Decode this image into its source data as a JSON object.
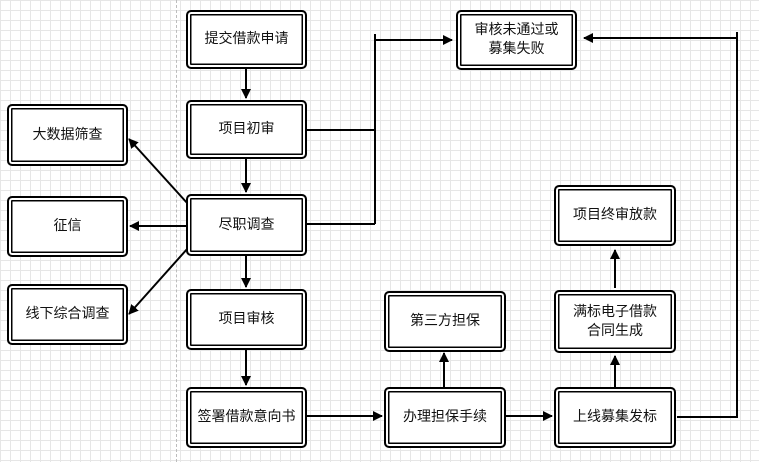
{
  "nodes": {
    "submit": "提交借款申请",
    "initial_review": "项目初审",
    "due_diligence": "尽职调查",
    "project_audit": "项目审核",
    "sign_intent": "签署借款意向书",
    "big_data": "大数据筛查",
    "credit": "征信",
    "offline_survey": "线下综合调查",
    "failed": "审核未通过或\n募集失败",
    "guarantee_process": "办理担保手续",
    "third_party": "第三方担保",
    "publish": "上线募集发标",
    "contract": "满标电子借款\n合同生成",
    "final_release": "项目终审放款"
  }
}
